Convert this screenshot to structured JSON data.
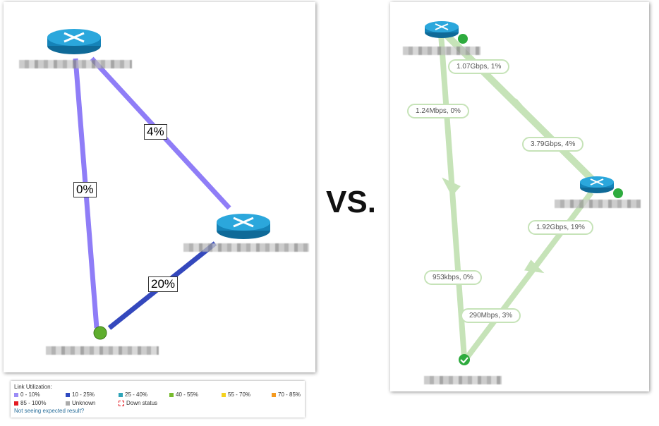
{
  "vs_text": "VS.",
  "left": {
    "links": [
      {
        "label": "4%",
        "color": "#8f7df7"
      },
      {
        "label": "0%",
        "color": "#8f7df7"
      },
      {
        "label": "20%",
        "color": "#3448bd"
      }
    ]
  },
  "right": {
    "links": [
      {
        "label": "1.07Gbps,  1%"
      },
      {
        "label": "1.24Mbps,  0%"
      },
      {
        "label": "3.79Gbps,  4%"
      },
      {
        "label": "1.92Gbps,  19%"
      },
      {
        "label": "953kbps,  0%"
      },
      {
        "label": "290Mbps,  3%"
      }
    ],
    "link_color": "#c6e3b8",
    "status_color": "#2eab3e"
  },
  "legend": {
    "title": "Link Utilization:",
    "items": [
      {
        "label": "0 - 10%",
        "color": "#9b8cf6"
      },
      {
        "label": "10 - 25%",
        "color": "#2f4ac0"
      },
      {
        "label": "25 - 40%",
        "color": "#2fa4b8"
      },
      {
        "label": "40 - 55%",
        "color": "#77bb2e"
      },
      {
        "label": "55 - 70%",
        "color": "#f5d21e"
      },
      {
        "label": "70 - 85%",
        "color": "#f59a1e"
      },
      {
        "label": "85 - 100%",
        "color": "#e31b23"
      },
      {
        "label": "Unknown",
        "color": "#aaaaaa"
      },
      {
        "label": "Down status",
        "color": "#ffffff"
      }
    ],
    "help_link": "Not seeing expected result?"
  }
}
